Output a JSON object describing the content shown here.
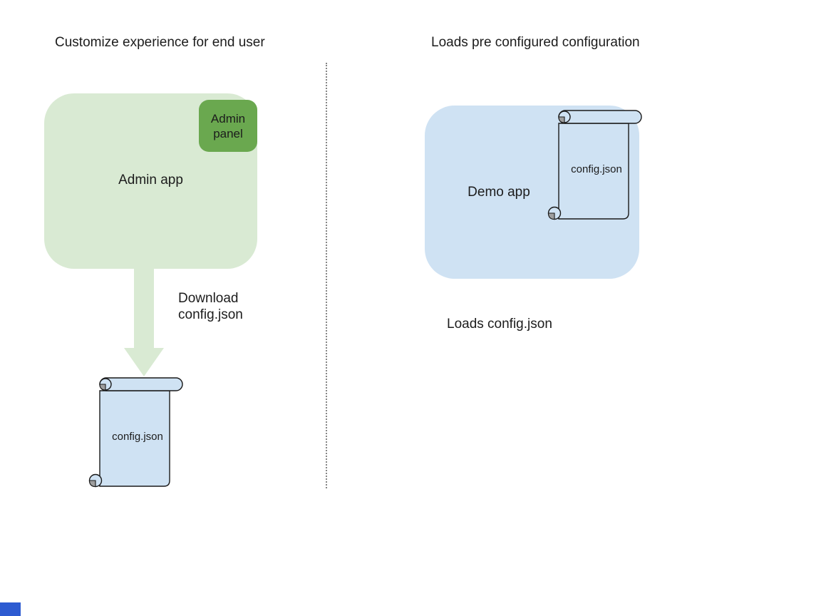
{
  "colors": {
    "green_light": "#d9ead3",
    "green_dark": "#6aa84f",
    "blue_light": "#cfe2f3",
    "curl_gray": "#9e9e9e",
    "divider_gray": "#868686",
    "artifact_blue": "#2d5bd1",
    "text_dark": "#1c1c1c"
  },
  "left_section": {
    "title": "Customize experience for end user",
    "admin_app_label": "Admin app",
    "admin_panel_label": "Admin panel",
    "download_label": "Download\nconfig.json",
    "config_file_label": "config.json"
  },
  "right_section": {
    "title": "Loads pre configured configuration",
    "demo_app_label": "Demo app",
    "config_file_label": "config.json",
    "caption": "Loads config.json"
  }
}
